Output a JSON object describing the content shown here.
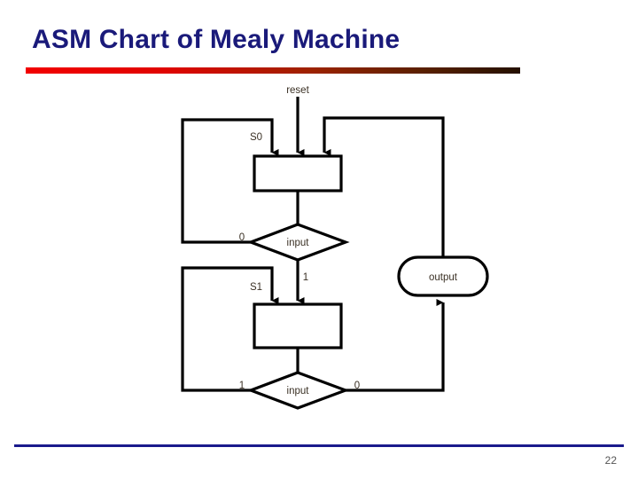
{
  "slide": {
    "title": "ASM Chart of Mealy Machine",
    "page_number": "22",
    "title_color": "#1a1a7a",
    "rule_gradient_from": "#f20000",
    "rule_gradient_to": "#241000",
    "footer_rule_color": "#1a1a8c"
  },
  "diagram": {
    "type": "asm-chart",
    "line_color": "#000000",
    "nodes": [
      {
        "id": "reset",
        "kind": "input-signal-label",
        "label": "reset"
      },
      {
        "id": "s0",
        "kind": "state-box",
        "label": "S0"
      },
      {
        "id": "d0",
        "kind": "decision-diamond",
        "label": "input"
      },
      {
        "id": "s1",
        "kind": "state-box",
        "label": "S1"
      },
      {
        "id": "d1",
        "kind": "decision-diamond",
        "label": "input"
      },
      {
        "id": "out",
        "kind": "conditional-output-oval",
        "label": "output"
      }
    ],
    "edge_labels": {
      "d0_left": "0",
      "d0_down": "1",
      "d1_left": "1",
      "d1_right": "0"
    }
  }
}
